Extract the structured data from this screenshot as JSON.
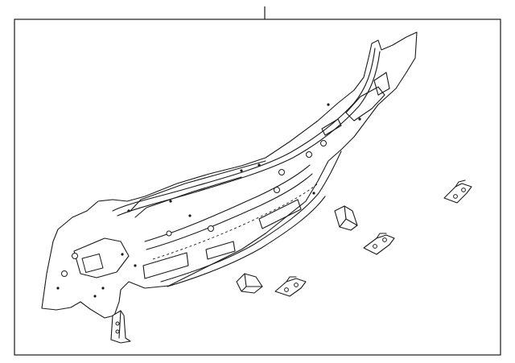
{
  "diagram": {
    "frame_border_color": "#1a1a1a",
    "background_color": "#ffffff",
    "parts": [
      {
        "name": "rear-body-panel"
      },
      {
        "name": "upper-mounting-bracket"
      },
      {
        "name": "center-bracket"
      },
      {
        "name": "lower-right-bracket"
      },
      {
        "name": "small-clip-bracket"
      },
      {
        "name": "lower-center-bracket"
      },
      {
        "name": "lower-left-vertical-bracket"
      }
    ]
  }
}
